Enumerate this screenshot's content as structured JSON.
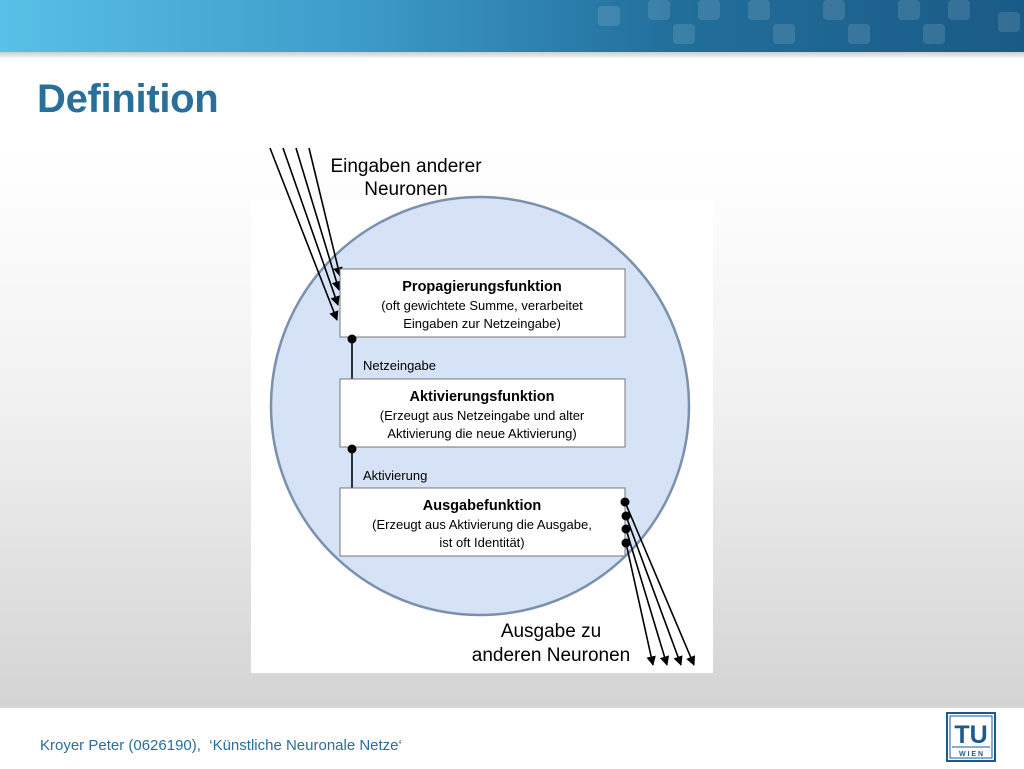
{
  "slide": {
    "title": "Definition"
  },
  "diagram": {
    "input_label": [
      "Eingaben anderer",
      "Neuronen"
    ],
    "output_label": [
      "Ausgabe zu",
      "anderen Neuronen"
    ],
    "boxes": [
      {
        "title": "Propagierungsfunktion",
        "lines": [
          "(oft gewichtete Summe, verarbeitet",
          "Eingaben zur Netzeingabe)"
        ]
      },
      {
        "title": "Aktivierungsfunktion",
        "lines": [
          "(Erzeugt aus Netzeingabe und alter",
          "Aktivierung die neue Aktivierung)"
        ]
      },
      {
        "title": "Ausgabefunktion",
        "lines": [
          "(Erzeugt aus Aktivierung die Ausgabe,",
          "ist oft Identität)"
        ]
      }
    ],
    "connectors": [
      "Netzeingabe",
      "Aktivierung"
    ]
  },
  "footer": {
    "text": "Kroyer Peter (0626190),  ‘Künstliche Neuronale Netze‘"
  },
  "logo": {
    "top": "TU",
    "bottom": "W I E N"
  },
  "colors": {
    "accent": "#2a6e9a",
    "circle_fill": "#d6e2f5",
    "circle_stroke": "#7a90ad"
  }
}
